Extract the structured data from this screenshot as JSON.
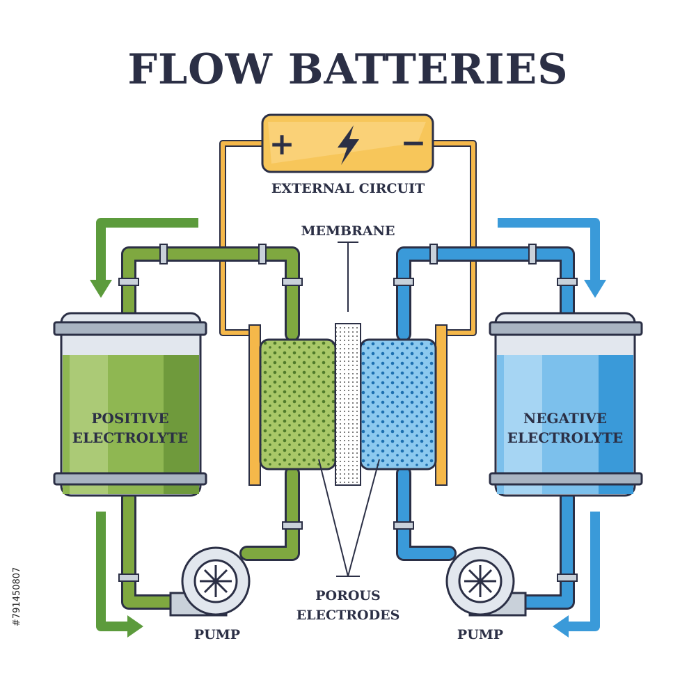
{
  "diagram": {
    "title": "FLOW BATTERIES",
    "external_circuit_label": "EXTERNAL CIRCUIT",
    "membrane_label": "MEMBRANE",
    "positive_electrolyte_label": [
      "POSITIVE",
      "ELECTROLYTE"
    ],
    "negative_electrolyte_label": [
      "NEGATIVE",
      "ELECTROLYTE"
    ],
    "porous_electrodes_label": [
      "POROUS",
      "ELECTRODES"
    ],
    "pump_left_label": "PUMP",
    "pump_right_label": "PUMP",
    "battery_plus_symbol": "+",
    "battery_minus_symbol": "−",
    "stock_id": "#791450807"
  },
  "colors": {
    "outline": "#2b2f45",
    "green": "#7fa840",
    "green_light": "#a9c868",
    "green_fluid": "#8fb752",
    "blue": "#3a9ad9",
    "blue_light": "#8cc9ef",
    "blue_fluid": "#7cc0ec",
    "battery": "#f7c65a",
    "wire": "#f5b84a",
    "tank_cap": "#a9b4c2",
    "tank_glass": "#e2e7ee",
    "arrow_green": "#5c9b3c",
    "arrow_blue": "#3a9ad9"
  },
  "icons": [
    "lightning-bolt-icon",
    "plus-icon",
    "minus-icon",
    "pump-impeller-icon",
    "flow-arrow-icon"
  ]
}
